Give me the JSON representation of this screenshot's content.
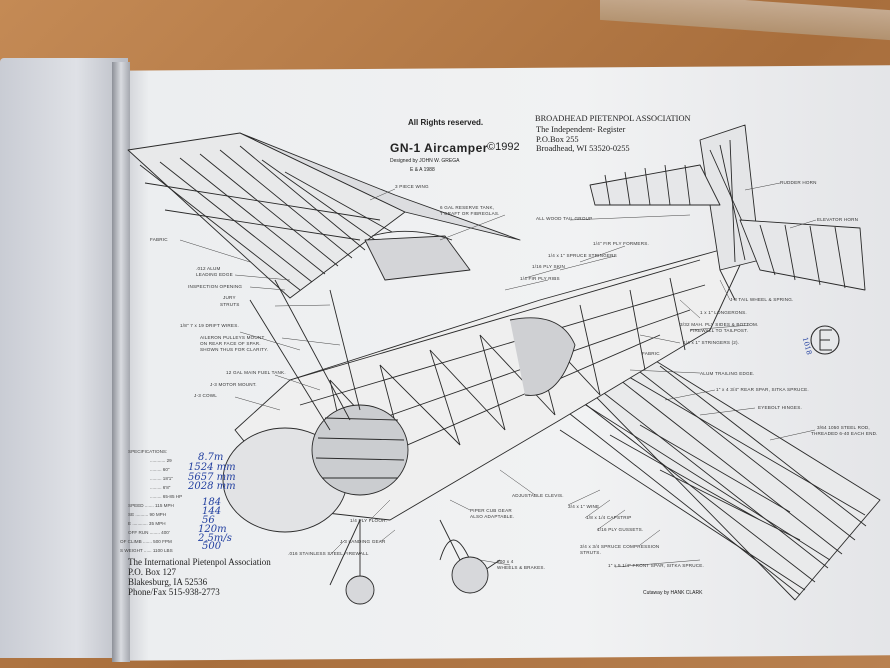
{
  "header": {
    "rights": "All Rights reserved.",
    "title": "GN-1 Aircamper",
    "copyright": "©1992",
    "designer": "Designed by JOHN W. GREGA",
    "drawn": "E & A 1988"
  },
  "association": {
    "name": "BROADHEAD PIETENPOL ASSOCIATION",
    "line2": "The Independent- Register",
    "line3": "P.O.Box 255",
    "line4": "Broadhead, WI 53520-0255"
  },
  "footer_address": {
    "name": "The International Pietenpol Association",
    "line2": "P.O. Box 127",
    "line3": "Blakesburg, IA 52536",
    "line4": "Phone/Fax 515-938-2773"
  },
  "courtesy": "Cutaway by HANK CLARK",
  "monogram": "1018",
  "specs": {
    "title": "SPECIFICATIONS:",
    "rows": [
      {
        "label": "............ 29",
        "hand": "8.7m"
      },
      {
        "label": "......... 60\"",
        "hand": "1524 mm"
      },
      {
        "label": "......... 18'1\"",
        "hand": "5657 mm"
      },
      {
        "label": "......... 6'8\"",
        "hand": "2028 mm"
      },
      {
        "label": "......... 65-85 HP",
        "hand": ""
      },
      {
        "label": "SPEED ....... 115 MPH",
        "hand": "184"
      },
      {
        "label": "SE .......... 90 MPH",
        "hand": "144"
      },
      {
        "label": "E ............ 35 MPH",
        "hand": "56"
      },
      {
        "label": "OFF RUN ........ 400'",
        "hand": "120m"
      },
      {
        "label": "OF CLIMB ....... 500 FPM",
        "hand": "2,5m/s"
      },
      {
        "label": "S WEIGHT ...... 1100 LBS",
        "hand": "500"
      }
    ]
  },
  "callouts": {
    "piece_wing": "3 PIECE WING",
    "reserve_tank": "6 GAL RESERVE TANK,",
    "reserve_tank2": "T'CRAFT OR FIBREGLAS.",
    "fabric": "FABRIC",
    "aluminum": ".012 ALUM",
    "leading": "LEADING EDGE",
    "inspection": "INSPECTION OPENING",
    "jury": "JURY",
    "struts": "STRUTS",
    "drift": "1/8\" 7 x 19 DRIFT WIRES.",
    "aileron1": "AILERON PULLEYS MOUNT",
    "aileron2": "ON REAR FACE OF SPAR.",
    "aileron3": "SHOWN THUS FOR CLARITY.",
    "main_tank": "12 GAL MAIN FUEL TANK.",
    "motor_mount": "J-3 MOTOR MOUNT.",
    "cowl": "J-3 COWL",
    "tail_group": "ALL WOOD TAIL GROUP",
    "rudder_horn": "RUDDER HORN",
    "elevator_horn": "ELEVATOR HORN",
    "formers": "1/4\" FIR PLY FORMERS.",
    "stringers": "1/4 x 1\" SPRUCE STRINGERS",
    "ply_skin": "1/16 PLY SKIN",
    "ply_ribs": "1/4 FIR PLY RIBS",
    "tail_wheel": "J-3 TAIL WHEEL & SPRING.",
    "longerons": "1 x 1\" LONGERONS.",
    "ply_sides": "3/32 MAH. PLY SIDES & BOTTOM.",
    "firewall_tailpost": "FIREWALL TO TAILPOST.",
    "stringers2": "1/4 x 1\" STRINGERS (2).",
    "fabric2": "FABRIC",
    "trailing": "ALUM TRAILING EDGE.",
    "rear_spar": "1\" x 4 3/4\" REAR SPAR, SITKA SPRUCE.",
    "eyebolt": "EYEBOLT HINGES.",
    "steel_rod": "3/64 1050 STEEL ROD,",
    "threaded": "THREADED 6-40 EACH END.",
    "clevis": "ADJUSTABLE CLEVIS.",
    "cub_gear": "PIPER CUB GEAR",
    "cub_gear2": "ALSO ADAPTABLE.",
    "wire": "3/4 x 1\" WINE",
    "capstrip": "1/8 x 1/4 CAPSTRIP",
    "gussets": "1/16 PLY GUSSETS.",
    "floor": "1/4 PLY FLOOR.",
    "landing_gear": "J-3 LANDING GEAR",
    "firewall": ".016 STAINLESS STEEL FIREWALL",
    "compression": "3/4 x 3/4 SPRUCE COMPRESSION",
    "compression2": "STRUTS.",
    "front_spar": "1\" x 5 1/4\" FRONT SPAR, SITKA SPRUCE.",
    "wheels": "800 x 4",
    "wheels2": "WHEELS & BRAKES."
  }
}
